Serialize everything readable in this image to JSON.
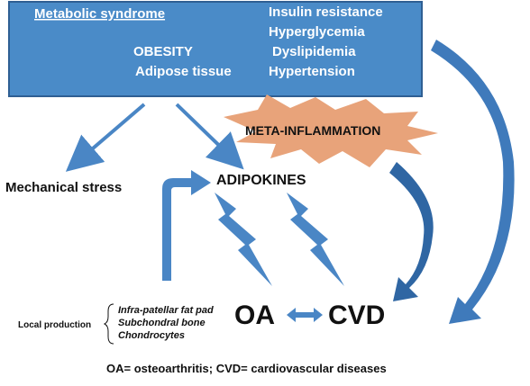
{
  "colors": {
    "box_fill": "#4a8bc8",
    "box_border": "#2f5f93",
    "arrow_blue": "#4a86c5",
    "arrow_dark": "#2f66a3",
    "burst_fill": "#e8a37a",
    "text_dark": "#111111",
    "text_white": "#ffffff"
  },
  "top_box": {
    "title": "Metabolic syndrome",
    "left_lines": [
      "OBESITY",
      "Adipose tissue"
    ],
    "right_lines": [
      "Insulin resistance",
      "Hyperglycemia",
      "Dyslipidemia",
      "Hypertension"
    ]
  },
  "burst_label": "META-INFLAMMATION",
  "mechanical_stress": "Mechanical stress",
  "adipokines": "ADIPOKINES",
  "oa": "OA",
  "cvd": "CVD",
  "local_production": {
    "label": "Local production",
    "items": [
      "Infra-patellar fat pad",
      "Subchondral bone",
      "Chondrocytes"
    ]
  },
  "footnote": "OA= osteoarthritis; CVD= cardiovascular diseases",
  "icons": {
    "bolt_left": "lightning-bolt-icon",
    "bolt_right": "lightning-bolt-icon",
    "double_arrow": "double-arrow-icon"
  }
}
